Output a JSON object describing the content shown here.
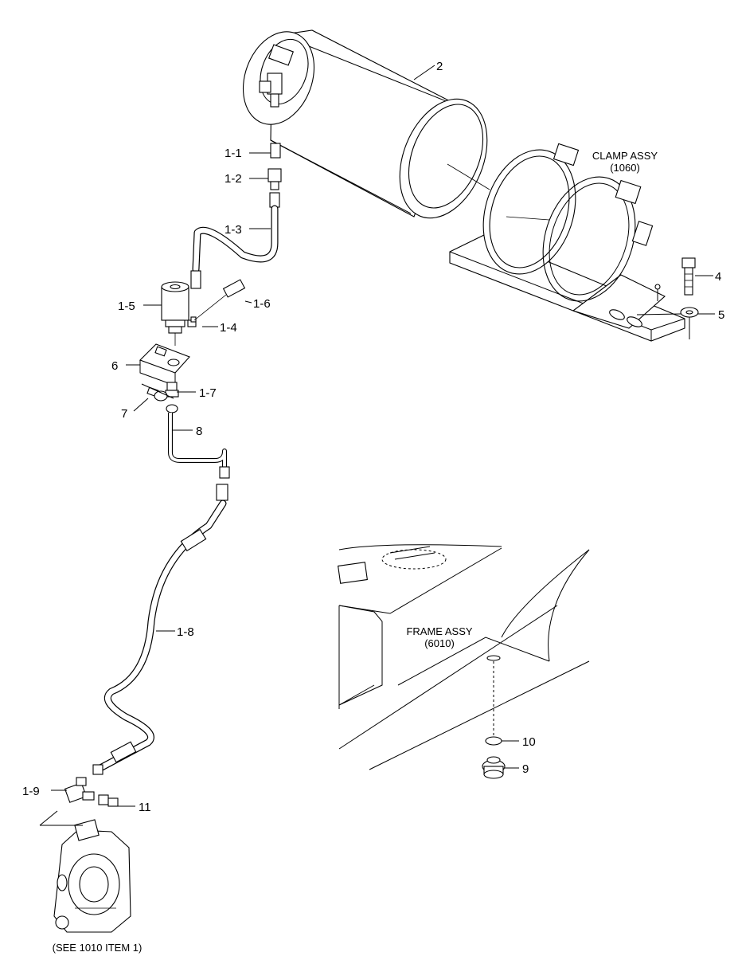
{
  "callouts": {
    "p2": "2",
    "p1_1": "1-1",
    "p1_2": "1-2",
    "p1_3": "1-3",
    "p1_4": "1-4",
    "p1_5": "1-5",
    "p1_6": "1-6",
    "p1_7": "1-7",
    "p1_8": "1-8",
    "p1_9": "1-9",
    "p4": "4",
    "p5": "5",
    "p6": "6",
    "p7": "7",
    "p8": "8",
    "p9": "9",
    "p10": "10",
    "p11": "11"
  },
  "assemblies": {
    "clamp_name": "CLAMP ASSY",
    "clamp_ref": "(1060)",
    "frame_name": "FRAME ASSY",
    "frame_ref": "(6010)",
    "see_ref": "(SEE 1010 ITEM 1)"
  }
}
